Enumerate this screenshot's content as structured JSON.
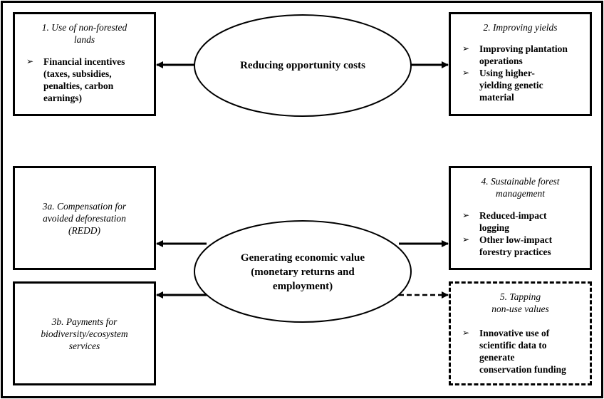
{
  "ovals": {
    "top": {
      "label": "Reducing opportunity costs"
    },
    "bottom": {
      "label_lines": [
        "Generating economic value",
        "(monetary returns and",
        "employment)"
      ]
    }
  },
  "boxes": {
    "box1": {
      "title_lines": [
        "1. Use of non-forested",
        "lands"
      ],
      "bullets": [
        {
          "marker": "➢",
          "lines": [
            "Financial incentives",
            "(taxes, subsidies,",
            "penalties, carbon",
            "earnings)"
          ]
        }
      ],
      "border_style": "solid"
    },
    "box2": {
      "title_lines": [
        "2. Improving yields"
      ],
      "bullets": [
        {
          "marker": "➢",
          "lines": [
            "Improving plantation",
            "operations"
          ]
        },
        {
          "marker": "➢",
          "lines": [
            "Using higher-",
            "yielding genetic",
            "material"
          ]
        }
      ],
      "border_style": "solid"
    },
    "box3a": {
      "title_lines": [
        "3a. Compensation for",
        "avoided deforestation",
        "(REDD)"
      ],
      "border_style": "solid"
    },
    "box3b": {
      "title_lines": [
        "3b. Payments for",
        "biodiversity/ecosystem",
        "services"
      ],
      "border_style": "solid"
    },
    "box4": {
      "title_lines": [
        "4. Sustainable forest",
        "management"
      ],
      "bullets": [
        {
          "marker": "➢",
          "lines": [
            "Reduced-impact",
            "logging"
          ]
        },
        {
          "marker": "➢",
          "lines": [
            "Other low-impact",
            "forestry practices"
          ]
        }
      ],
      "border_style": "solid"
    },
    "box5": {
      "title_lines": [
        "5. Tapping",
        "non-use values"
      ],
      "bullets": [
        {
          "marker": "➢",
          "lines": [
            "Innovative use of",
            "scientific data to",
            "generate",
            "conservation funding"
          ]
        }
      ],
      "border_style": "dashed"
    }
  },
  "connectors": [
    {
      "from": "Reducing opportunity costs",
      "to": "1. Use of non-forested lands",
      "style": "solid"
    },
    {
      "from": "Reducing opportunity costs",
      "to": "2. Improving yields",
      "style": "solid"
    },
    {
      "from": "Generating economic value",
      "to": "3a. Compensation for avoided deforestation (REDD)",
      "style": "solid"
    },
    {
      "from": "Generating economic value",
      "to": "3b. Payments for biodiversity/ecosystem services",
      "style": "solid"
    },
    {
      "from": "Generating economic value",
      "to": "4. Sustainable forest management",
      "style": "solid"
    },
    {
      "from": "Generating economic value",
      "to": "5. Tapping non-use values",
      "style": "dashed"
    }
  ]
}
